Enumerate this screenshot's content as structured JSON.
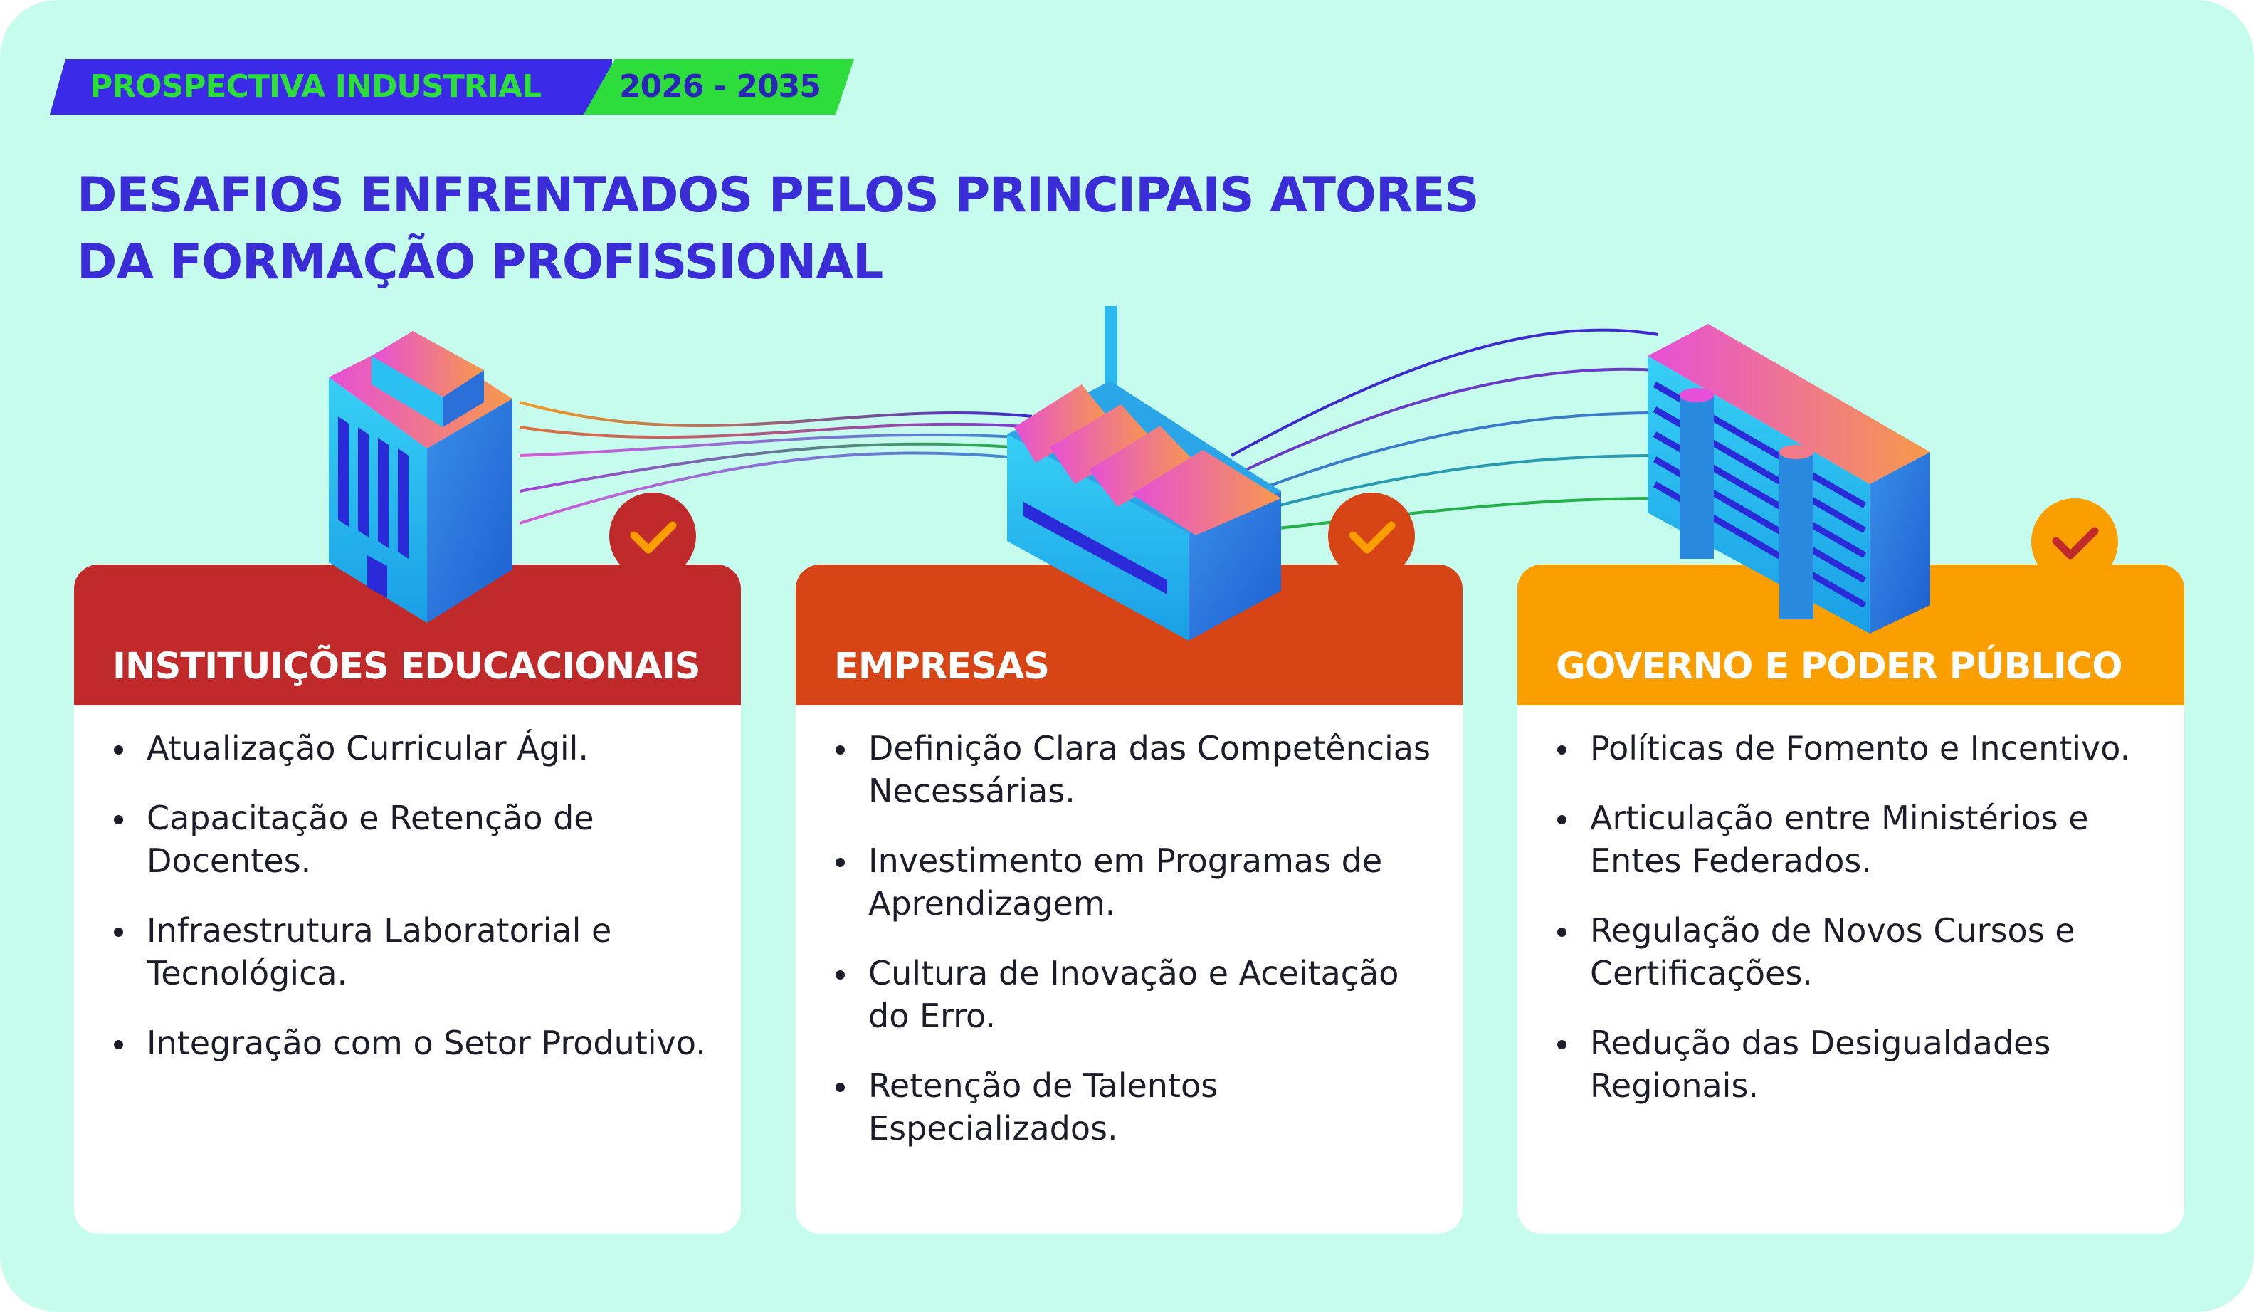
{
  "header": {
    "tag_left": "PROSPECTIVA INDUSTRIAL",
    "tag_right": "2026 - 2035",
    "title_line1": "DESAFIOS ENFRENTADOS PELOS PRINCIPAIS ATORES",
    "title_line2": "DA FORMAÇÃO PROFISSIONAL"
  },
  "colors": {
    "background": "#c5fcee",
    "accent_blue": "#3a2cd6",
    "accent_green": "#2ddd3c",
    "card1_head": "#c12a2a",
    "card2_head": "#d74517",
    "card3_head": "#fb9e00"
  },
  "cards": [
    {
      "title": "INSTITUIÇÕES EDUCACIONAIS",
      "icon": "school-building-icon",
      "items": [
        "Atualização Curricular Ágil.",
        "Capacitação e Retenção de Docentes.",
        "Infraestrutura Laboratorial e Tecnológica.",
        "Integração com o Setor Produtivo."
      ]
    },
    {
      "title": "EMPRESAS",
      "icon": "factory-icon",
      "items": [
        "Definição Clara das Competências Necessárias.",
        "Investimento em Programas de Aprendizagem.",
        "Cultura de Inovação e Aceitação do Erro.",
        "Retenção de Talentos Especializados."
      ]
    },
    {
      "title": "GOVERNO E PODER PÚBLICO",
      "icon": "government-building-icon",
      "items": [
        "Políticas de Fomento e Incentivo.",
        "Articulação entre Ministérios e Entes Federados.",
        "Regulação de Novos Cursos e Certificações.",
        "Redução das Desigualdades Regionais."
      ]
    }
  ]
}
